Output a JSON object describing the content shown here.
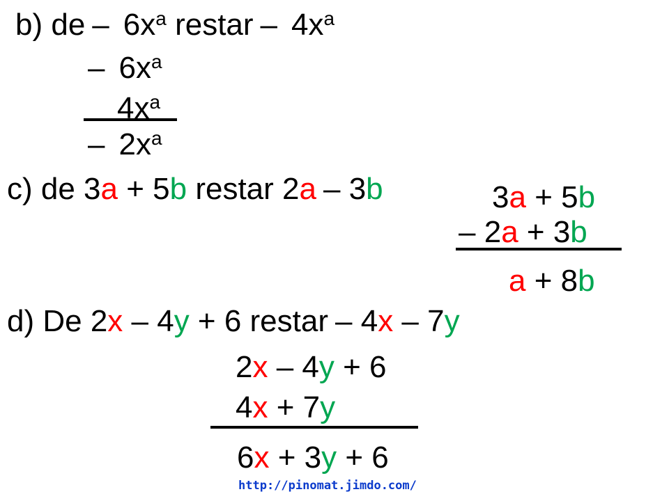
{
  "b": {
    "title": {
      "prefix": "b) de",
      "minus1": "–",
      "term1": "6x",
      "exp1": "a",
      "word": " restar",
      "minus2": "–",
      "term2": "4x",
      "exp2": "a"
    },
    "row1": {
      "minus": "–",
      "term": "6x",
      "exp": "a"
    },
    "row2": {
      "term": "4x",
      "exp": "a"
    },
    "result": {
      "minus": "–",
      "term": "2x",
      "exp": "a"
    }
  },
  "c": {
    "title": {
      "p1": "c) de 3",
      "v1": "a",
      "p2": " + 5",
      "v2": "b",
      "p3": " restar 2",
      "v3": "a",
      "p4": "–",
      "p5": " 3",
      "v4": "b"
    },
    "row1": {
      "c1": "3",
      "v1": "a",
      "c2": " + 5",
      "v2": "b"
    },
    "row2": {
      "minus": "–",
      "c1": " 2",
      "v1": "a",
      "c2": " + 3",
      "v2": "b"
    },
    "result": {
      "v1": "a",
      "c2": " + 8",
      "v2": "b"
    }
  },
  "d": {
    "title": {
      "p1": "d) De  2",
      "v1": "x",
      "p2": " – 4",
      "v2": "y",
      "p3": " + 6 restar",
      "p4": "–",
      "p5": " 4",
      "v3": "x",
      "p6": " – 7",
      "v4": "y"
    },
    "row1": {
      "c1": "2",
      "v1": "x",
      "c2": " – 4",
      "v2": "y",
      "c3": " + 6"
    },
    "row2": {
      "c1": "4",
      "v1": "x",
      "c2": " + 7",
      "v2": "y"
    },
    "result": {
      "c1": "6",
      "v1": "x",
      "c2": " + 3",
      "v2": "y",
      "c3": " + 6"
    }
  },
  "footer": {
    "url": "http://pinomat.jimdo.com/"
  },
  "colors": {
    "variable_a_x": "#ff0000",
    "variable_b_y": "#00a651"
  }
}
